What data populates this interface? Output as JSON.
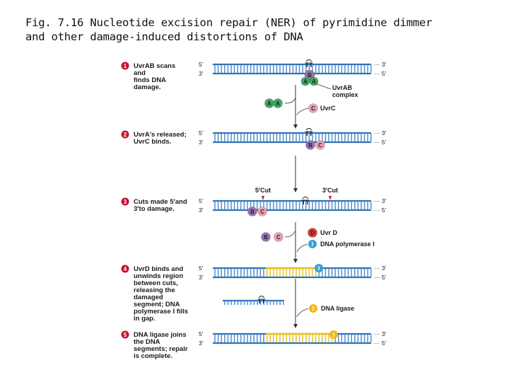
{
  "title": {
    "line1": "Fig. 7.16  Nucleotide excision repair (NER) of pyrimidine dimmer",
    "line2": "and other damage-induced distortions of DNA"
  },
  "colors": {
    "strand": "#2f74b8",
    "rung": "#5a8fc6",
    "new_dna": "#e8c227",
    "step_circle": "#c8102e",
    "uvrA": "#3fa862",
    "uvrB": "#9b72b0",
    "uvrC": "#e7a3b0",
    "uvrD": "#d83838",
    "dna_pol": "#3aa0d8",
    "ligase": "#f1b81c",
    "arrow": "#333333"
  },
  "ends": {
    "five": "5′",
    "three": "3′"
  },
  "dimer": "TT",
  "steps": [
    {
      "num": "1",
      "lines": [
        "UvrAB scans",
        "and",
        "finds DNA",
        "damage."
      ]
    },
    {
      "num": "2",
      "lines": [
        "UvrA's released;",
        "UvrC binds."
      ]
    },
    {
      "num": "3",
      "lines": [
        "Cuts made 5′and",
        "3′to damage."
      ]
    },
    {
      "num": "4",
      "lines": [
        "UvrD binds and",
        "unwinds region",
        "between cuts,",
        "releasing the",
        "damaged",
        "segment; DNA",
        "polymerase I fills",
        "in gap."
      ]
    },
    {
      "num": "5",
      "lines": [
        "DNA ligase joins",
        "the DNA",
        "segments; repair",
        "is complete."
      ]
    }
  ],
  "labels": {
    "uvrab_complex": [
      "UvrAB",
      "complex"
    ],
    "uvrc": "UvrC",
    "cut5": "5′Cut",
    "cut3": "3′Cut",
    "uvrd": "Uvr D",
    "dna_pol": "DNA polymerase I",
    "ligase": "DNA ligase"
  },
  "protein_letters": {
    "A": "A",
    "B": "B",
    "C": "C",
    "D": "D"
  }
}
